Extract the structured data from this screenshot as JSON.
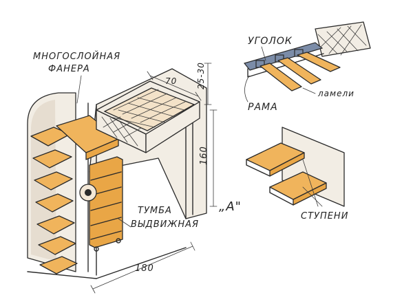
{
  "labels": {
    "plywood_line1": "МНОГОСЛОЙНАЯ",
    "plywood_line2": "ФАНЕРА",
    "corner": "УГОЛОК",
    "frame": "РАМА",
    "slats": "ламели",
    "cabinet_line1": "ТУМБА",
    "cabinet_line2": "ВЫДВИЖНАЯ",
    "view_a": "„А\"",
    "steps": "СТУПЕНИ"
  },
  "dimensions": {
    "bed_width": "70",
    "rail_height": "25-30",
    "bed_height": "160",
    "length": "180"
  },
  "colors": {
    "wood": "#f0b45c",
    "frame_blue": "#7b8ca8",
    "wall": "#f2ede4"
  }
}
